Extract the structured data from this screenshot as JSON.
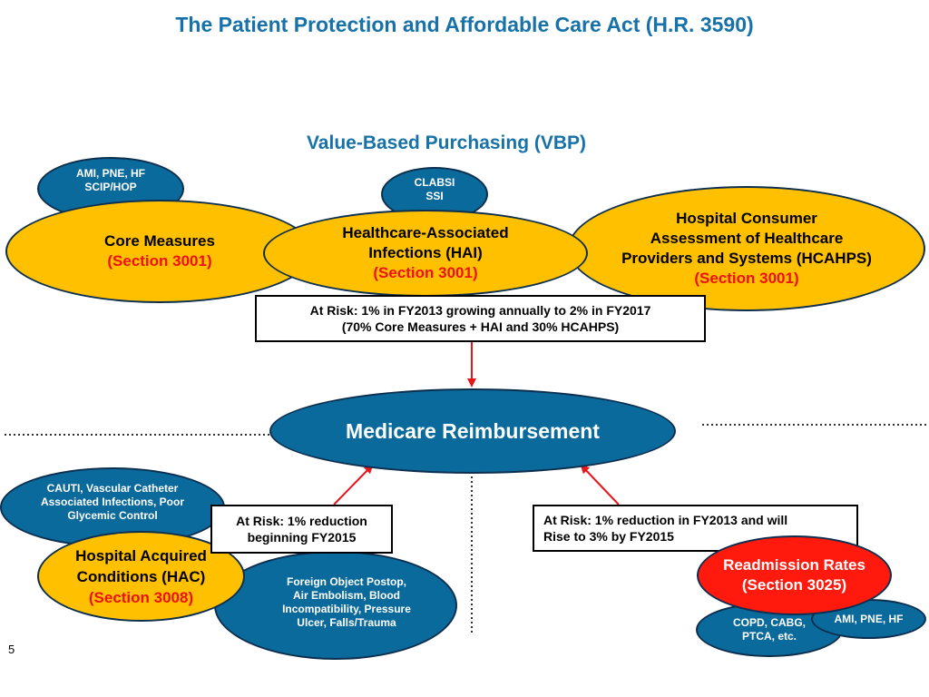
{
  "slide": {
    "title": "The Patient Protection and Affordable Care Act (H.R. 3590)",
    "subtitle": "Value-Based Purchasing (VBP)",
    "page_number": "5"
  },
  "vbp": {
    "core_measures_detail": {
      "line1": "AMI, PNE, HF",
      "line2": "SCIP/HOP"
    },
    "hai_detail": {
      "line1": "CLABSI",
      "line2": "SSI"
    },
    "core_measures": {
      "line1": "Core Measures",
      "section": "(Section 3001)"
    },
    "hai": {
      "line1": "Healthcare-Associated",
      "line2": "Infections (HAI)",
      "section": "(Section 3001)"
    },
    "hcahps": {
      "line1": "Hospital Consumer",
      "line2": "Assessment of Healthcare",
      "line3": "Providers and Systems (HCAHPS)",
      "section": "(Section 3001)"
    },
    "at_risk": {
      "line1": "At Risk: 1% in FY2013 growing annually to 2% in FY2017",
      "line2": "(70% Core Measures + HAI   and   30% HCAHPS)"
    }
  },
  "center": {
    "label": "Medicare Reimbursement"
  },
  "hac": {
    "detail_top": {
      "line1": "CAUTI, Vascular Catheter",
      "line2": "Associated Infections, Poor",
      "line3": "Glycemic Control"
    },
    "main": {
      "line1": "Hospital Acquired",
      "line2": "Conditions (HAC)",
      "section": "(Section 3008)"
    },
    "detail_bottom": {
      "line1": "Foreign Object Postop,",
      "line2": "Air Embolism, Blood",
      "line3": "Incompatibility, Pressure",
      "line4": "Ulcer, Falls/Trauma"
    },
    "at_risk": {
      "line1": "At Risk: 1% reduction",
      "line2": "beginning FY2015"
    }
  },
  "readmission": {
    "at_risk": {
      "line1": "At Risk: 1% reduction in FY2013 and will",
      "line2": "Rise to 3% by FY2015"
    },
    "main": {
      "line1": "Readmission Rates",
      "line2": "(Section 3025)"
    },
    "detail_left": {
      "line1": "COPD, CABG,",
      "line2": "PTCA, etc."
    },
    "detail_right": {
      "line1": "AMI, PNE, HF"
    }
  },
  "colors": {
    "title_blue": "#1672a8",
    "oval_blue": "#0b6a9c",
    "oval_gold": "#ffc000",
    "oval_red": "#ff1a0d",
    "section_red": "#ee1111",
    "arrow_red": "#e8151b"
  }
}
